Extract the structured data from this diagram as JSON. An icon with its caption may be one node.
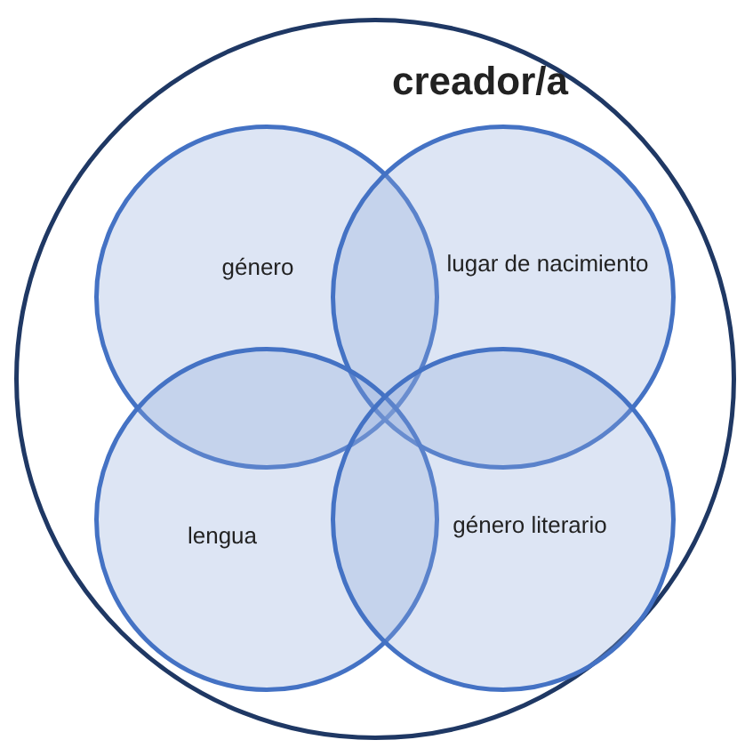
{
  "diagram": {
    "nodes": [
      {
        "text": [
          "creador/a"
        ]
      },
      {
        "text": [
          "género"
        ],
        "in": 0
      },
      {
        "text": [
          "lugar de nacimiento"
        ],
        "in": 0
      },
      {
        "text": [
          "lengua"
        ],
        "in": 0
      },
      {
        "text": [
          "género literario"
        ],
        "in": 0
      }
    ]
  }
}
